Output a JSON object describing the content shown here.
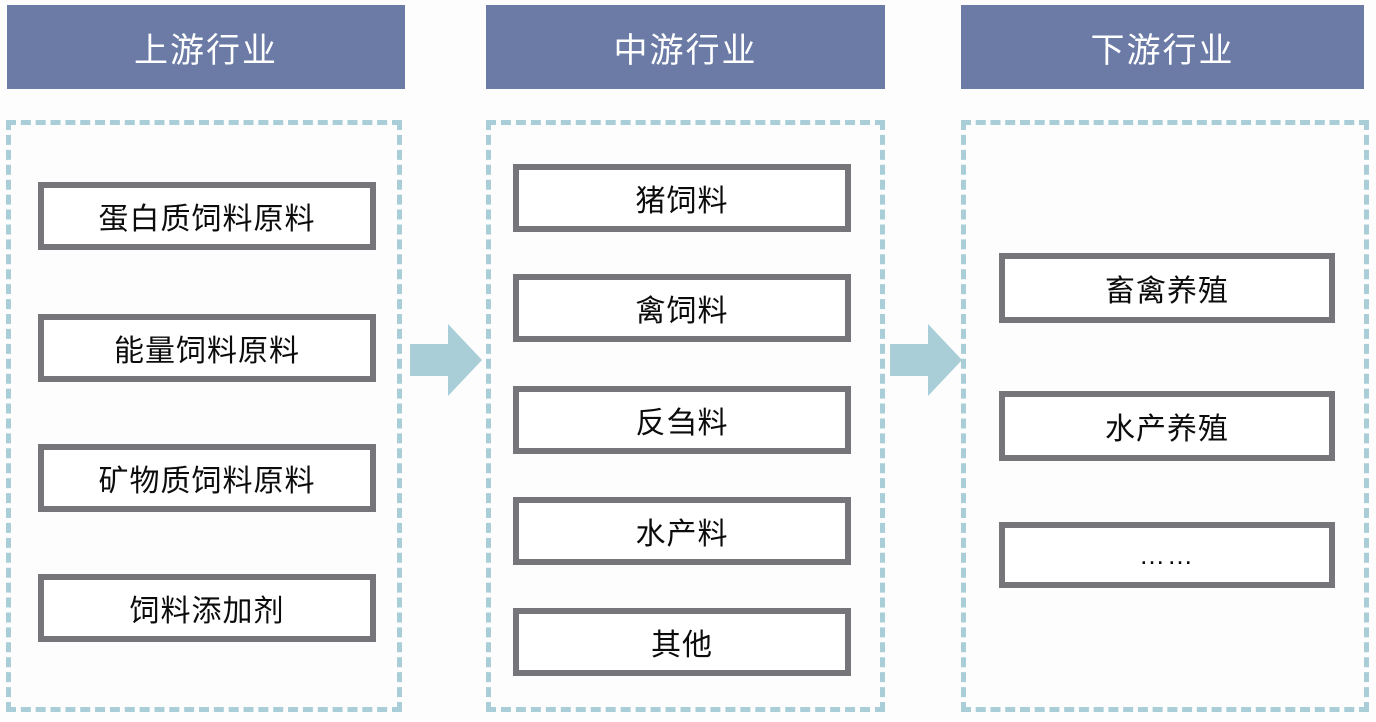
{
  "diagram": {
    "title_sequence": [
      "上游行业",
      "中游行业",
      "下游行业"
    ],
    "columns": [
      {
        "id": "upstream",
        "header": "上游行业",
        "items": [
          {
            "label": "蛋白质饲料原料"
          },
          {
            "label": "能量饲料原料"
          },
          {
            "label": "矿物质饲料原料"
          },
          {
            "label": "饲料添加剂"
          }
        ]
      },
      {
        "id": "midstream",
        "header": "中游行业",
        "items": [
          {
            "label": "猪饲料"
          },
          {
            "label": "禽饲料"
          },
          {
            "label": "反刍料"
          },
          {
            "label": "水产料"
          },
          {
            "label": "其他"
          }
        ]
      },
      {
        "id": "downstream",
        "header": "下游行业",
        "items": [
          {
            "label": "畜禽养殖"
          },
          {
            "label": "水产养殖"
          },
          {
            "label": "……"
          }
        ]
      }
    ],
    "arrows": [
      {
        "id": "upstream-to-midstream",
        "icon": "right-arrow-icon"
      },
      {
        "id": "midstream-to-downstream",
        "icon": "right-arrow-icon"
      }
    ],
    "colors": {
      "header_background": "#6b7ba6",
      "header_text": "#ffffff",
      "dashed_border": "#a9ced8",
      "box_border": "#76767a",
      "box_background": "#ffffff",
      "box_text": "#0c0c0c",
      "arrow_fill": "#a9ced8",
      "page_background": "#fdfdfd"
    }
  }
}
